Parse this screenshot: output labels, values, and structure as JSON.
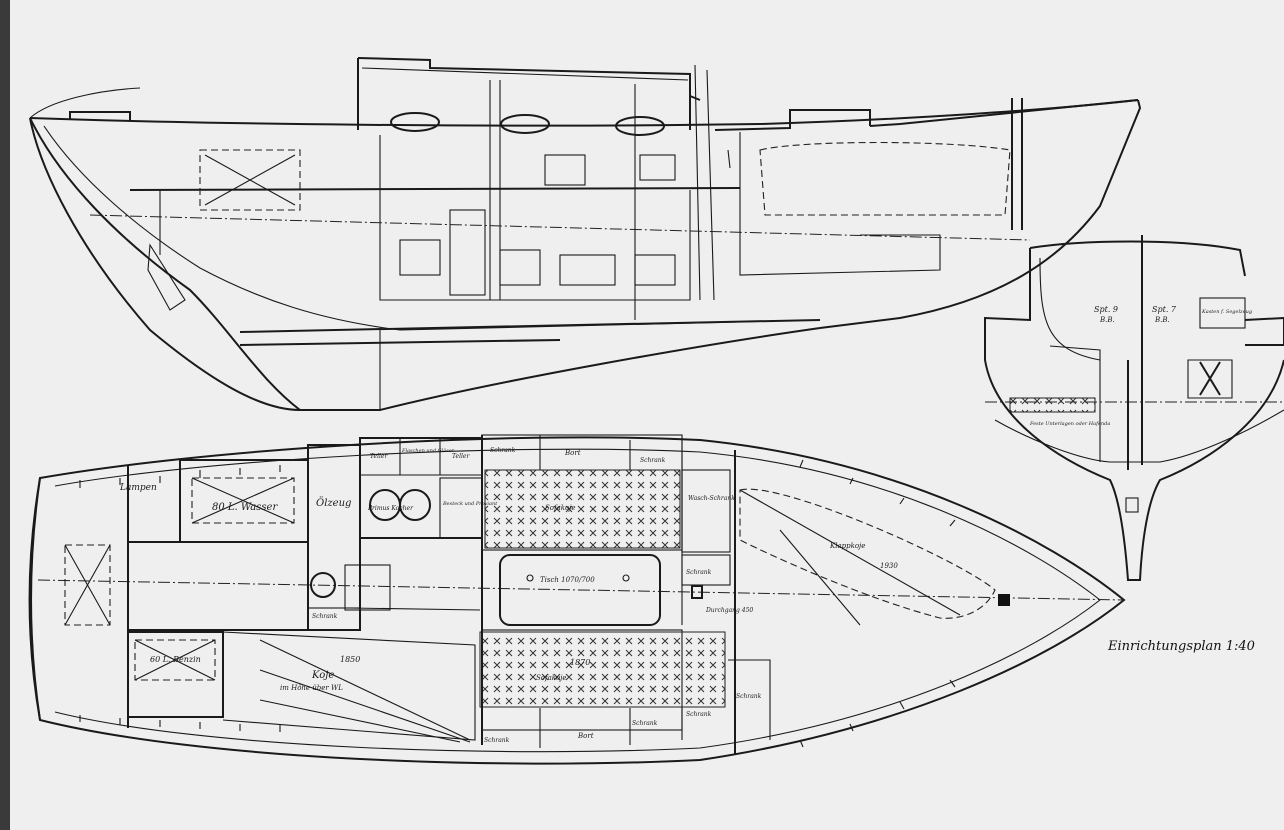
{
  "drawing": {
    "title": "Einrichtungsplan 1:40"
  },
  "labels": {
    "lampen": "Lampen",
    "wasser": "80 L. Wasser",
    "olzeug": "Ölzeug",
    "teller1": "Teller",
    "teller2": "Teller",
    "flaschen": "Flaschen und Gläser",
    "primus": "Primus Kocher",
    "besteck": "Besteck und Proviant",
    "schrank_top1": "Schrank",
    "bort_top": "Bort",
    "schrank_top2": "Schrank",
    "sofakoje_top": "Sofakoje",
    "waschschrank": "Wasch-Schrank",
    "tisch": "Tisch 1070/700",
    "schrank_mid": "Schrank",
    "durchgang": "Durchgang 450",
    "klappkoje": "Klappkoje",
    "klappkoje_dim": "1930",
    "benzin": "60 L. Benzin",
    "koje": "Koje",
    "koje_note": "im Höhe über WL",
    "dim_1850": "1850",
    "dim_1870": "1870",
    "sofakoje_bottom": "Sofakoje",
    "schrank_bot1": "Schrank",
    "bort_bot": "Bort",
    "schrank_bot2": "Schrank",
    "schrank_bot3": "Schrank",
    "schrank_bot4": "Schrank",
    "schrank_small": "Schrank",
    "spt9": "Spt. 9",
    "spt7": "Spt. 7",
    "bb1": "B.B.",
    "bb2": "B.B.",
    "section_note1": "Kasten f. Segelzeug",
    "section_note2": "Feste Unterlagen oder Hafenda"
  }
}
